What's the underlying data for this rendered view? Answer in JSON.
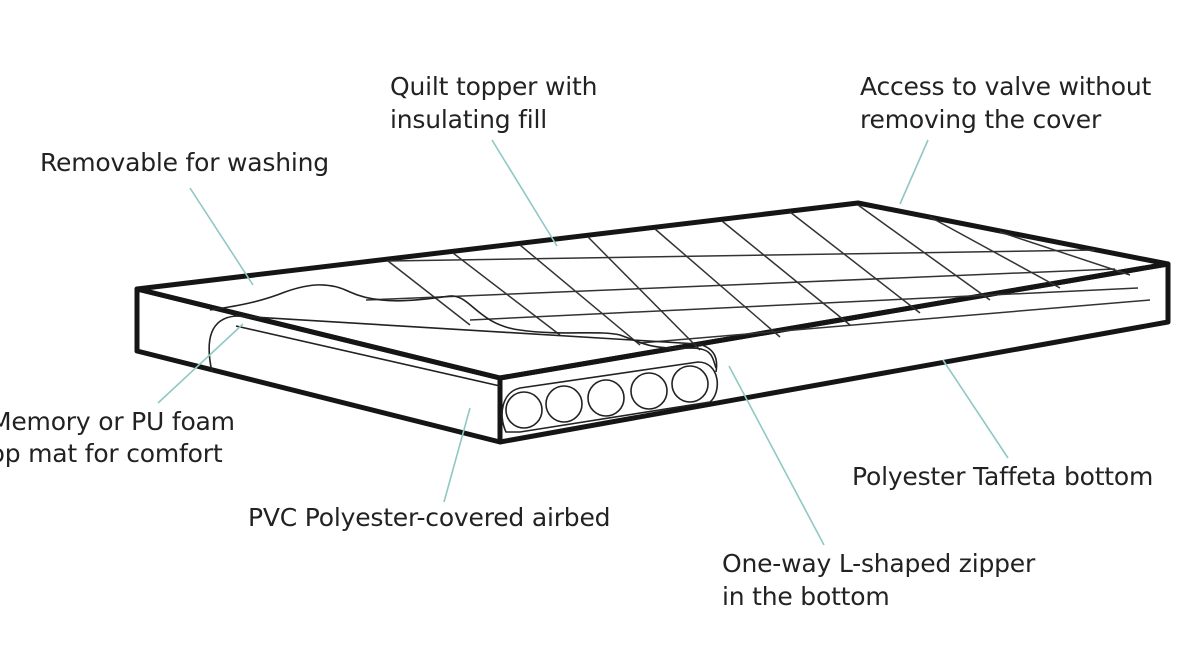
{
  "labels": {
    "quilt_line1": "Quilt topper with",
    "quilt_line2": "insulating fill",
    "valve_line1": "Access to valve without",
    "valve_line2": "removing the cover",
    "removable": "Removable for washing",
    "foam_line1": "Memory or PU foam",
    "foam_line2": "top mat for comfort",
    "pvc": "PVC Polyester-covered airbed",
    "taffeta": "Polyester Taffeta bottom",
    "zipper_line1": "One-way L-shaped zipper",
    "zipper_line2": "in the bottom"
  },
  "colors": {
    "leader": "#8fc8c4",
    "outline": "#151515",
    "text": "#222222",
    "background": "#ffffff"
  }
}
